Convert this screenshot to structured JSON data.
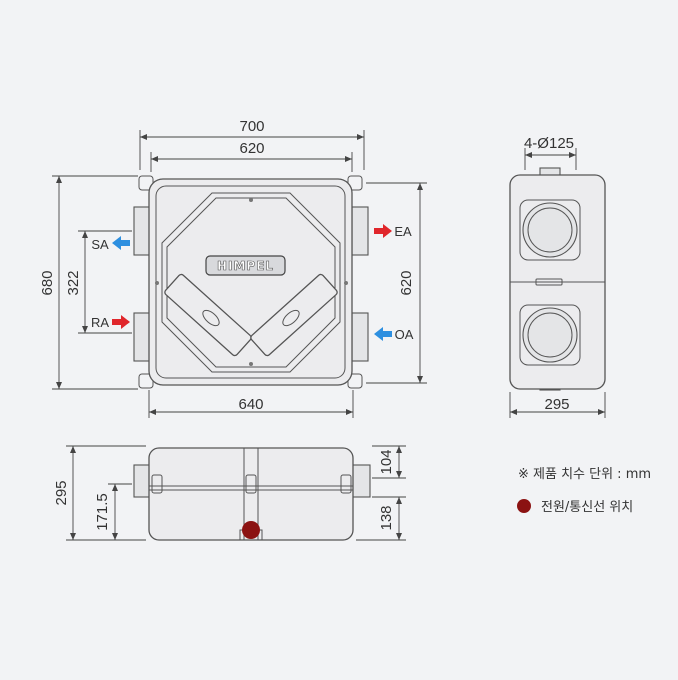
{
  "colors": {
    "background": "#f2f3f5",
    "supply_arrow": "#2d8fe0",
    "return_arrow": "#e0262b",
    "power_dot": "#8b1212"
  },
  "front_view": {
    "dim_outer_width": "700",
    "dim_inner_width": "620",
    "dim_left_height": "680",
    "dim_port_spacing": "322",
    "dim_right_height": "620",
    "dim_bottom_width": "640",
    "logo": "HIMPEL",
    "ports": {
      "sa": "SA",
      "ra": "RA",
      "ea": "EA",
      "oa": "OA"
    }
  },
  "side_view": {
    "dim_duct": "4-Ø125",
    "dim_depth": "295"
  },
  "bottom_view": {
    "dim_height": "295",
    "dim_port_height": "171.5",
    "dim_top_offset": "104",
    "dim_bottom_offset": "138"
  },
  "legend": {
    "unit_note": "※ 제품 치수 단위 : mm",
    "power_position": "전원/통신선 위치"
  }
}
